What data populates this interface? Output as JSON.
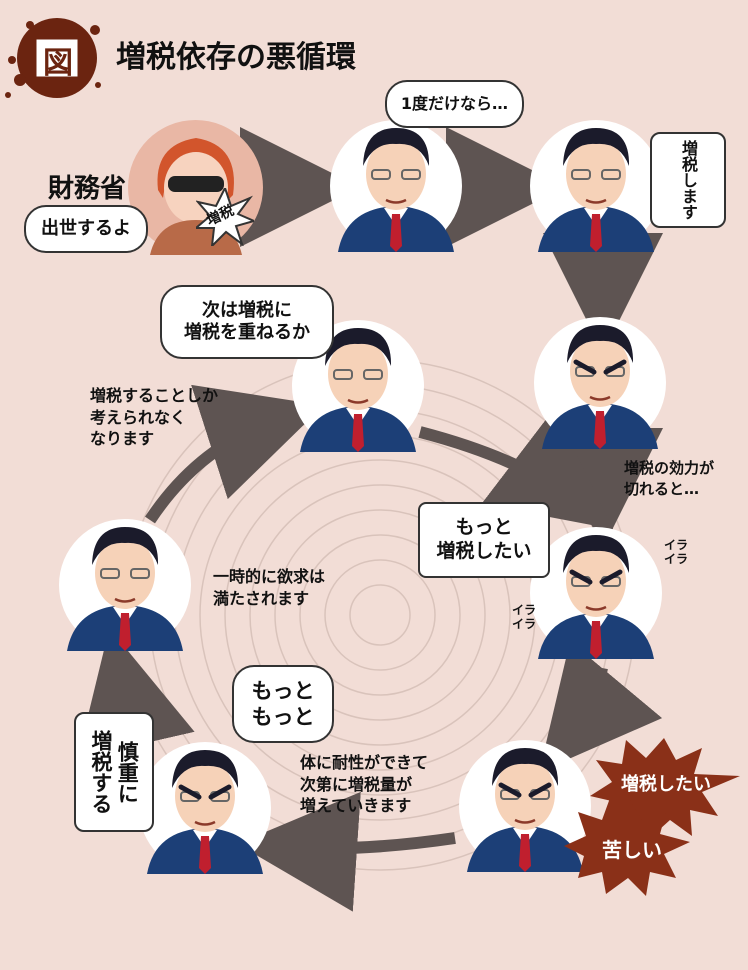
{
  "header": {
    "badge": "図",
    "title": "増税依存の悪循環"
  },
  "ministry": {
    "label": "財務省",
    "speech": "出世するよ",
    "tag": "増税"
  },
  "bubbles": {
    "once": "1度だけなら…",
    "do_tax": "増税します",
    "next": "次は増税に\n増税を重ねるか",
    "more_tax": "もっと\n増税したい",
    "more_more": "もっと\nもっと",
    "careful": "慎重に\n増税する",
    "want_tax": "増税したい",
    "suffer": "苦しい"
  },
  "notes": {
    "only_think": "増税することしか\n考えられなく\nなります",
    "effect_wears": "増税の効力が\n切れると…",
    "temporary": "一時的に欲求は\n満たされます",
    "tolerance": "体に耐性ができて\n次第に増税量が\n増えていきます",
    "ira1": "イラ\nイラ",
    "ira2": "イラ\nイラ"
  },
  "colors": {
    "background": "#f2ddd6",
    "arrow": "#5e5452",
    "burst": "#8a3018",
    "badge": "#6b2410",
    "suit": "#1c3f77",
    "tie": "#c01f2e",
    "hair": "#1b1b2b"
  }
}
